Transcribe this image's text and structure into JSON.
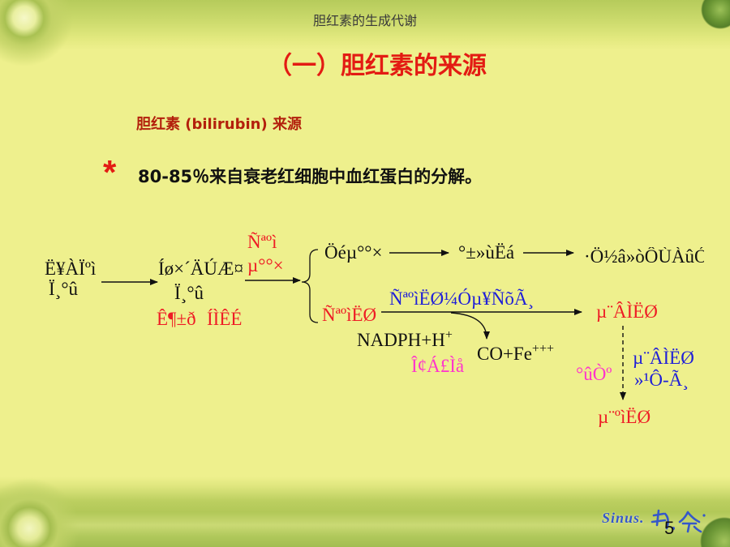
{
  "slide": {
    "header": "胆红素的生成代谢",
    "title": "（一）胆红素的来源",
    "subtitle": "胆红素 (bilirubin) 来源",
    "bullet_marker": "*",
    "bullet_text": "80-85％来自衰老红细胞中血红蛋白的分解。",
    "page_number": "5"
  },
  "diagram": {
    "source_line1": "Ë¥ÀÏºì",
    "source_line2": "Ï¸°û",
    "reticulo_line1": "Íø×´ÄÚÆ¤",
    "reticulo_line2": "Ï¸°û",
    "reticulo_note_a": "Ê¶±ð",
    "reticulo_note_b": "ÍÌÊÉ",
    "hemoglobin_line1": "Ñªºì",
    "hemoglobin_line2": "µ°°×",
    "globin": "Öéµ°°×",
    "amino_acid": "°±»ùËá",
    "reuse": "·Ö½â»òÔÙÀûÓ",
    "heme": "ÑªºìËØ",
    "enzyme_oxygenase": "ÑªºìËØ¼Óµ¥ÑõÃ¸",
    "cofactor": "NADPH+H",
    "cofactor_charge": "+",
    "microsome": "Î¢Á£Ìå",
    "products": "CO+Fe",
    "products_charge": "+++",
    "biliverdin": "µ¨ÂÌËØ",
    "enzyme_reductase_line1": "µ¨ÂÌËØ",
    "enzyme_reductase_line2": "»¹Ô-Ã¸",
    "cytosol": "°ûÒº",
    "bilirubin": "µ¨ºìËØ"
  },
  "logo": {
    "text": "Sinus."
  },
  "colors": {
    "background": "#eef08d",
    "title": "#e31b13",
    "subtitle": "#b3200c",
    "diagram_red": "#ee1c25",
    "diagram_blue": "#1f1fd8",
    "diagram_magenta": "#ff33cc",
    "logo_blue": "#3558c9"
  }
}
